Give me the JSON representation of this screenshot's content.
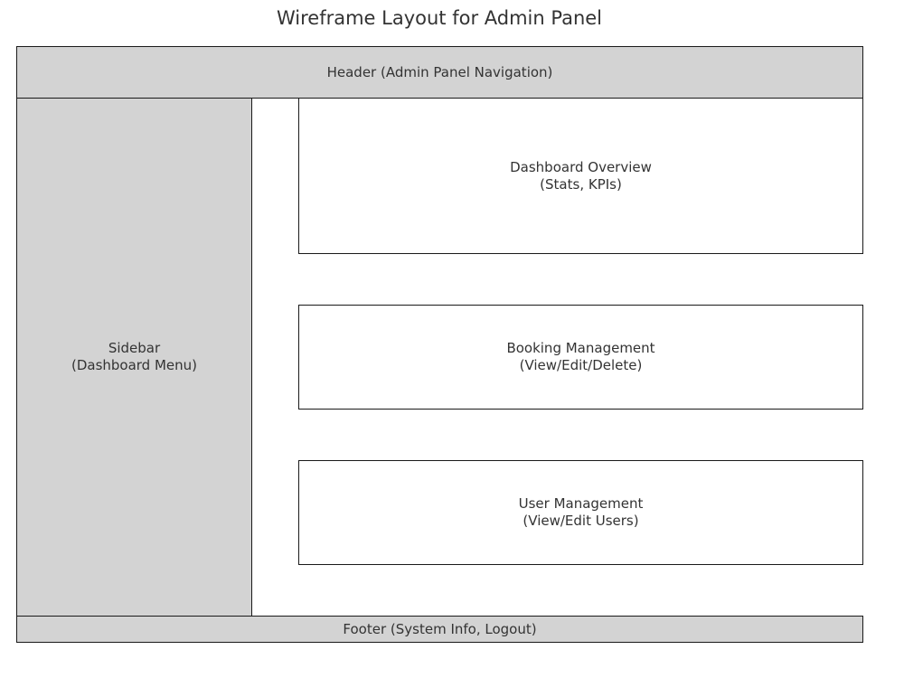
{
  "title": "Wireframe Layout for Admin Panel",
  "header": {
    "label": "Header (Admin Panel Navigation)"
  },
  "sidebar": {
    "line1": "Sidebar",
    "line2": "(Dashboard Menu)"
  },
  "dashboard_overview": {
    "line1": "Dashboard Overview",
    "line2": "(Stats, KPIs)"
  },
  "booking_management": {
    "line1": "Booking Management",
    "line2": "(View/Edit/Delete)"
  },
  "user_management": {
    "line1": "User Management",
    "line2": "(View/Edit Users)"
  },
  "footer": {
    "label": "Footer (System Info, Logout)"
  },
  "colors": {
    "shaded_fill": "#d3d3d3",
    "plain_fill": "#ffffff",
    "border": "#1a1a1a",
    "text": "#333333"
  }
}
